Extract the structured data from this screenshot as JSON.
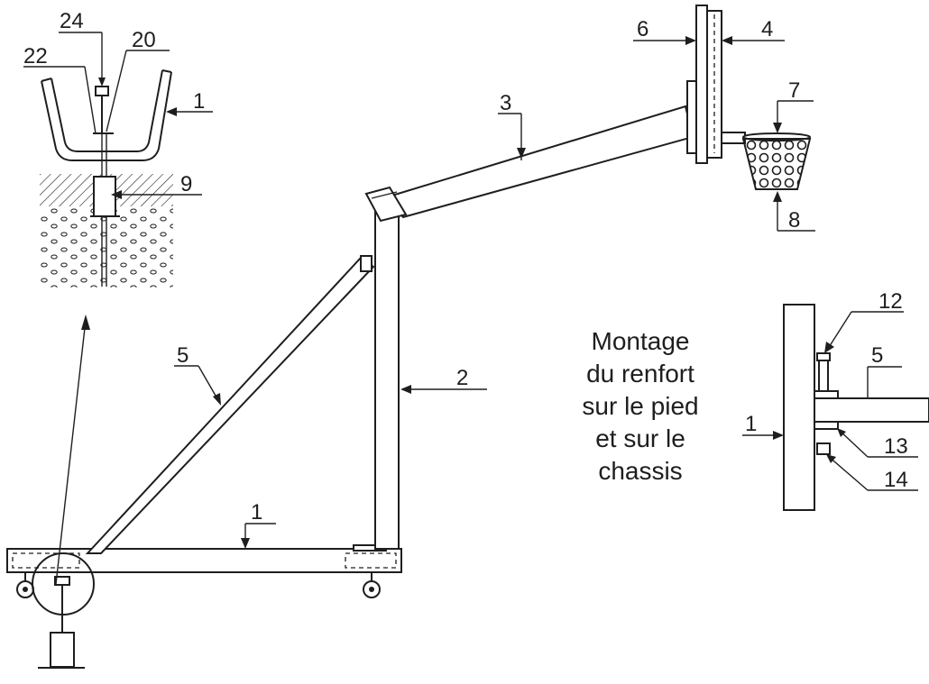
{
  "labels": {
    "l1_frame": "1",
    "l1_foot_detail": "1",
    "l1_bracket_detail": "1",
    "l2": "2",
    "l3": "3",
    "l4": "4",
    "l5_strut": "5",
    "l5_bracket_detail": "5",
    "l6": "6",
    "l7": "7",
    "l8": "8",
    "l9": "9",
    "l12": "12",
    "l13": "13",
    "l14": "14",
    "l20": "20",
    "l22": "22",
    "l24": "24"
  },
  "caption": [
    "Montage",
    "du renfort",
    "sur le pied",
    "et sur le",
    "chassis"
  ],
  "colors": {
    "ink": "#1e1e1e",
    "paper": "#ffffff"
  }
}
